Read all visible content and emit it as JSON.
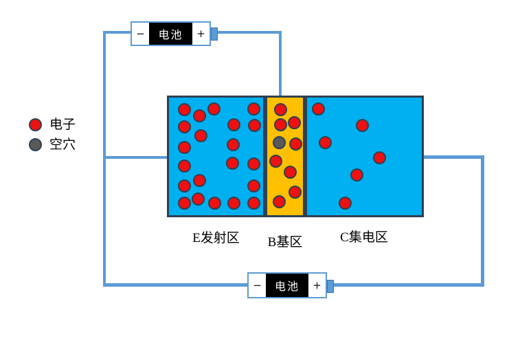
{
  "colors": {
    "wire": "#5B9BD5",
    "border-dark": "#2E4053",
    "region-blue": "#00B0F0",
    "region-yellow": "#FFC000",
    "electron-red": "#EE1111",
    "hole-gray": "#595959"
  },
  "legend": {
    "electron_label": "电子",
    "hole_label": "空穴"
  },
  "batteries": {
    "top": {
      "minus": "−",
      "label": "电池",
      "plus": "+"
    },
    "bottom": {
      "minus": "−",
      "label": "电池",
      "plus": "+"
    }
  },
  "regions": {
    "emitter_label": "E发射区",
    "base_label": "B基区",
    "collector_label": "C集电区"
  },
  "particles": {
    "radius": 9.5,
    "emitter_electrons": [
      [
        268,
        159
      ],
      [
        290,
        168
      ],
      [
        311,
        158
      ],
      [
        369,
        158
      ],
      [
        268,
        184
      ],
      [
        340,
        181
      ],
      [
        370,
        182
      ],
      [
        292,
        197
      ],
      [
        268,
        214
      ],
      [
        339,
        210
      ],
      [
        268,
        241
      ],
      [
        338,
        237
      ],
      [
        369,
        238
      ],
      [
        290,
        262
      ],
      [
        268,
        270
      ],
      [
        369,
        270
      ],
      [
        288,
        289
      ],
      [
        268,
        295
      ],
      [
        312,
        295
      ],
      [
        340,
        295
      ],
      [
        369,
        295
      ]
    ],
    "base_electrons": [
      [
        408,
        159
      ],
      [
        408,
        181
      ],
      [
        428,
        178
      ],
      [
        430,
        209
      ],
      [
        401,
        234
      ],
      [
        422,
        250
      ],
      [
        429,
        279
      ],
      [
        406,
        293
      ]
    ],
    "base_hole": [
      [
        406,
        207
      ]
    ],
    "collector_electrons": [
      [
        463,
        158
      ],
      [
        527,
        182
      ],
      [
        473,
        207
      ],
      [
        552,
        229
      ],
      [
        519,
        254
      ],
      [
        502,
        295
      ]
    ]
  }
}
